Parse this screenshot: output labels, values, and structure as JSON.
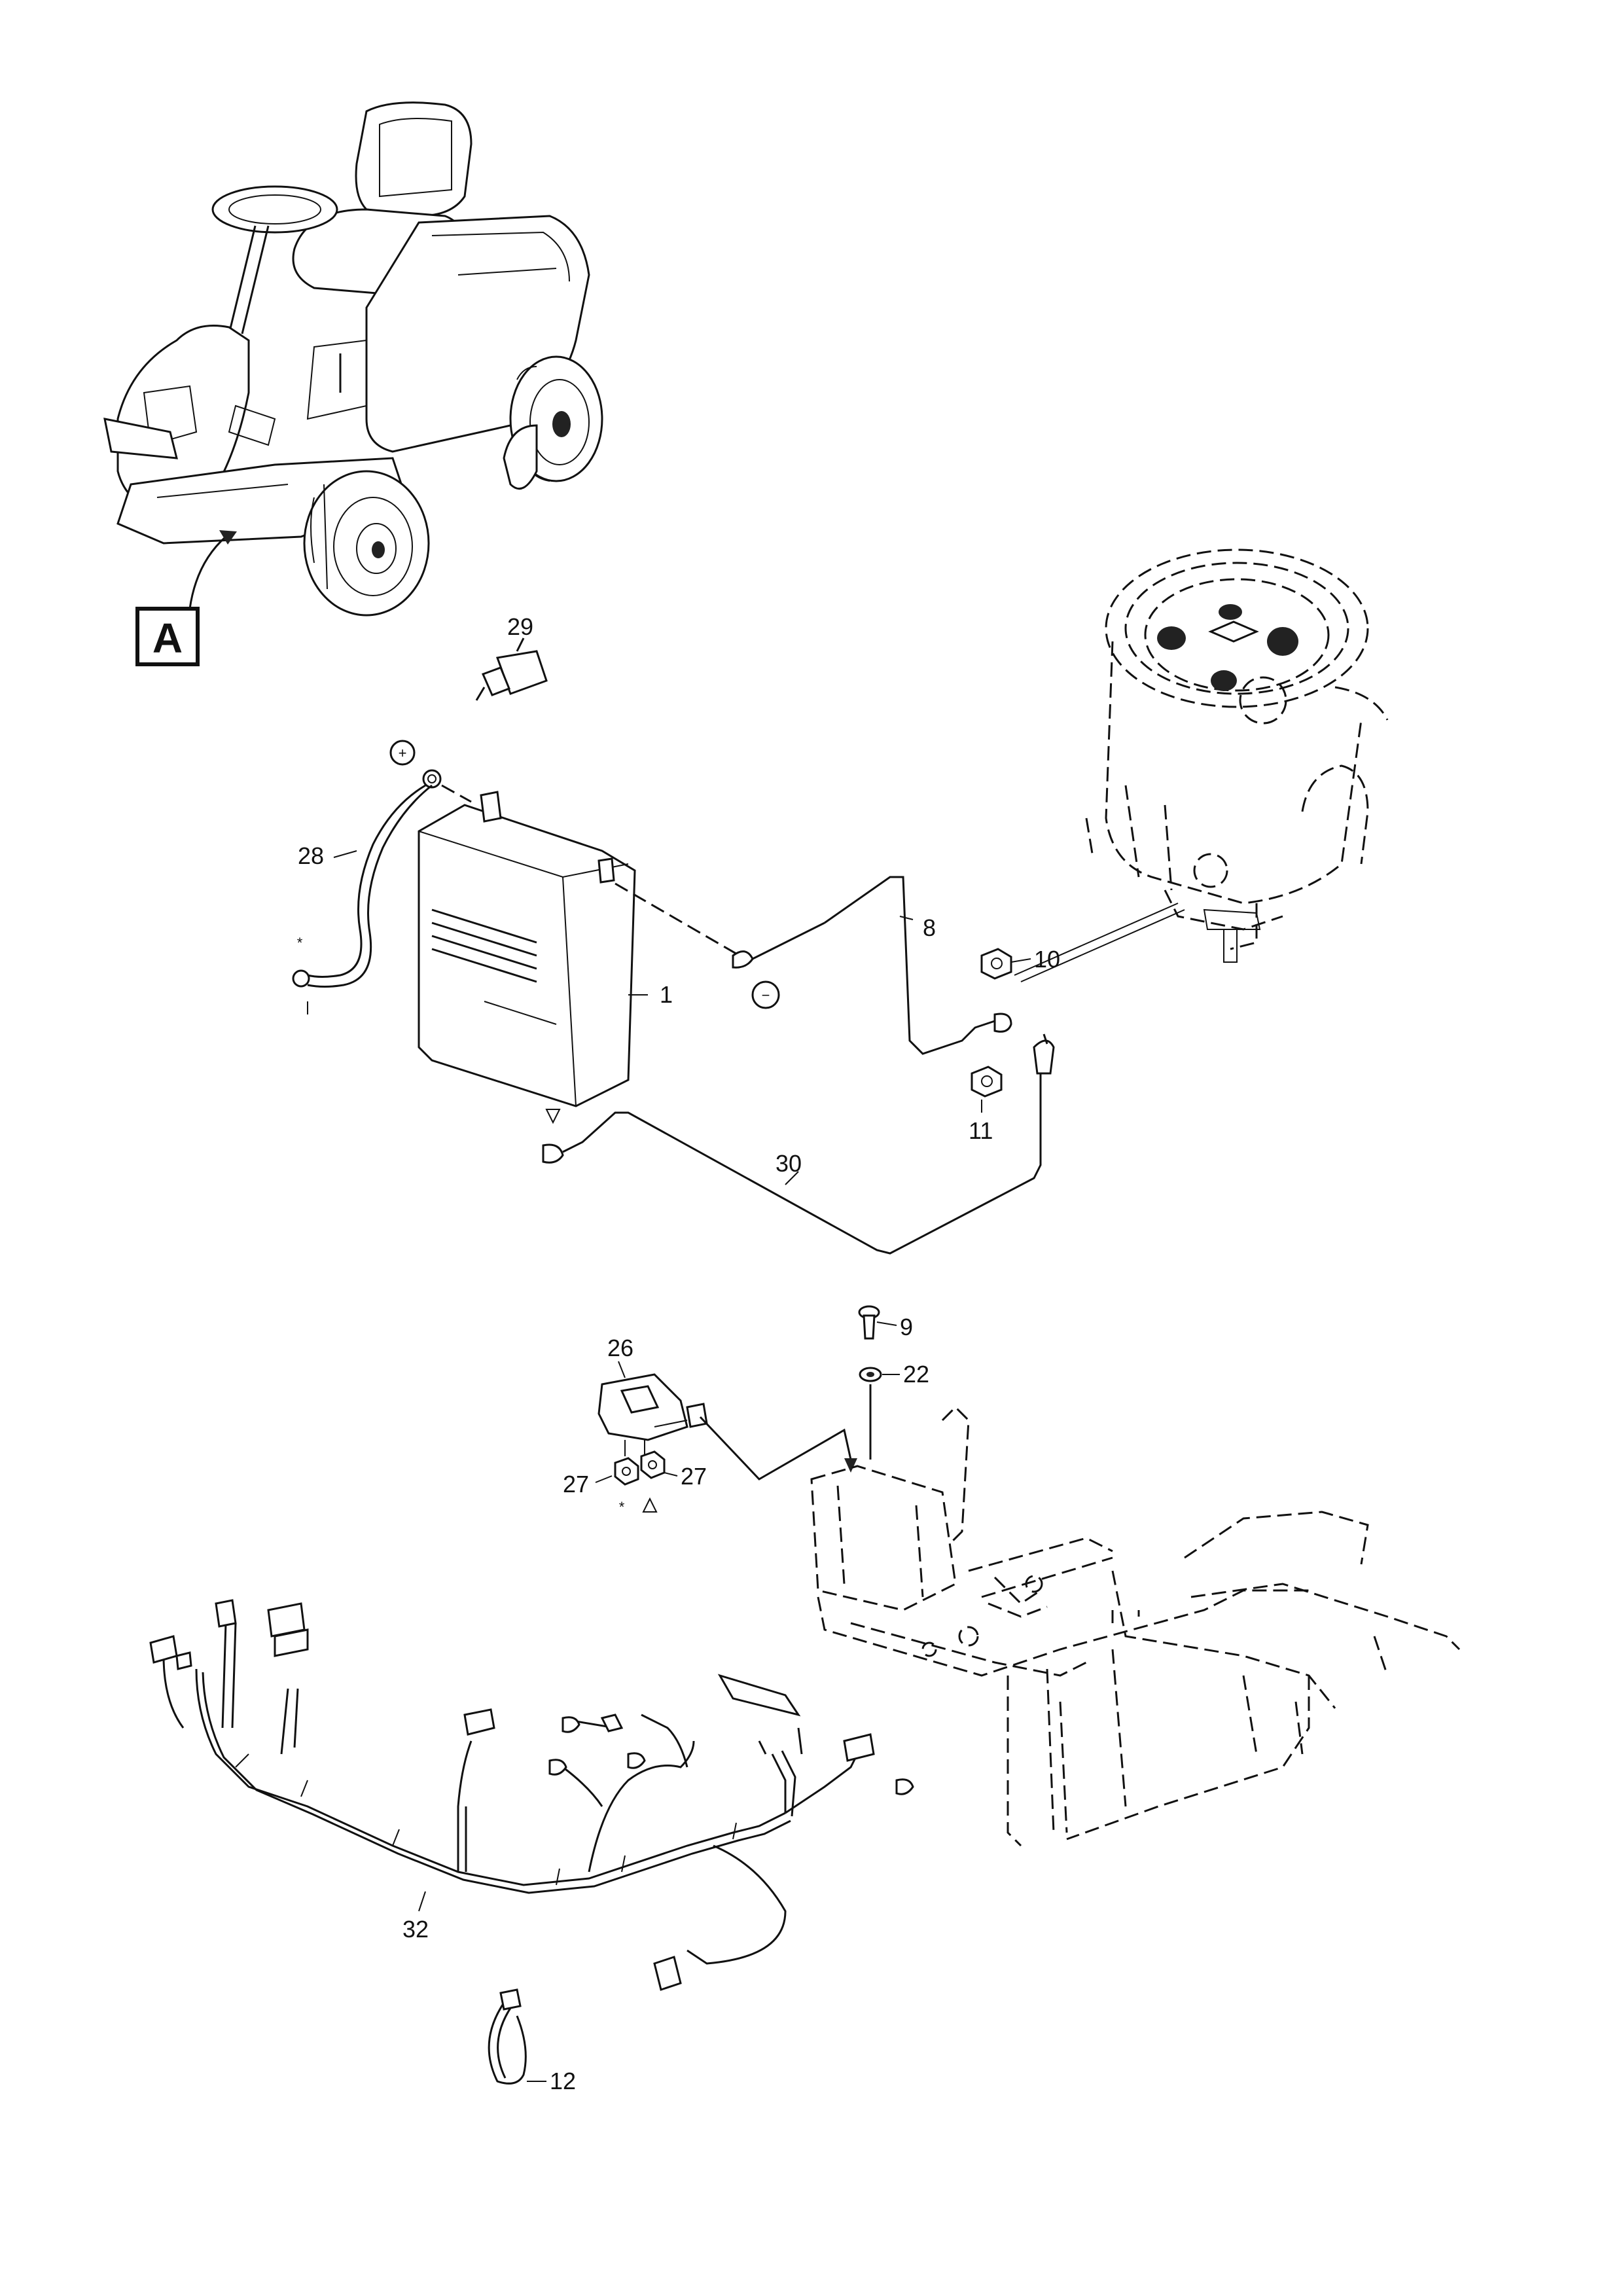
{
  "view_label": "A",
  "callouts": {
    "c1": "1",
    "c8": "8",
    "c9": "9",
    "c10": "10",
    "c11": "11",
    "c12": "12",
    "c22": "22",
    "c26": "26",
    "c27a": "27",
    "c27b": "27",
    "c28": "28",
    "c29": "29",
    "c30": "30",
    "c32": "32"
  },
  "symbols": {
    "plus": "+",
    "minus": "−",
    "asterisk1": "*",
    "asterisk2": "*"
  },
  "icons": {
    "positive_terminal": "plus-circle-icon",
    "negative_terminal": "minus-circle-icon",
    "triangle_marker": "triangle-icon"
  }
}
